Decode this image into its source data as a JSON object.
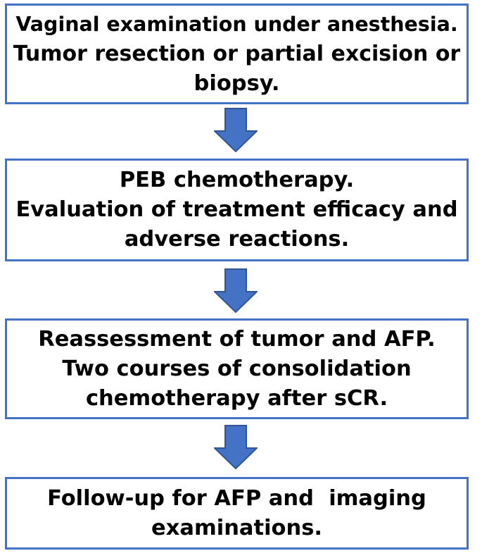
{
  "flowchart": {
    "steps": [
      {
        "lines": [
          "Vaginal examination under anesthesia.",
          "Tumor resection or partial excision or",
          "biopsy."
        ]
      },
      {
        "lines": [
          "PEB chemotherapy.",
          "Evaluation of treatment efficacy and",
          "adverse reactions."
        ]
      },
      {
        "lines": [
          "Reassessment of tumor and AFP.",
          "Two courses of consolidation",
          "chemotherapy after sCR."
        ]
      },
      {
        "lines": [
          "Follow-up for AFP and  imaging",
          "examinations."
        ]
      }
    ],
    "colors": {
      "box_border": "#4472c4",
      "arrow_fill": "#4472c4",
      "arrow_stroke": "#2f5597",
      "text": "#000000"
    }
  }
}
